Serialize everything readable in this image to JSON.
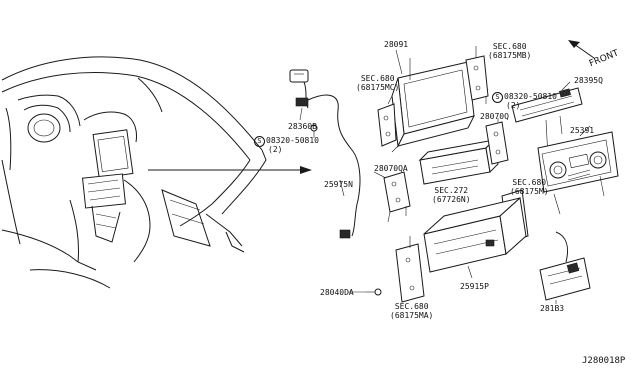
{
  "parts": {
    "p28091": "28091",
    "p28360B": "28360B",
    "p25975N": "25975N",
    "p28070QA": "28070QA",
    "p28070Q": "28070Q",
    "p28395Q": "28395Q",
    "p25391": "25391",
    "p25915P": "25915P",
    "p28183": "281B3",
    "p28040DA": "28040DA"
  },
  "sections": {
    "sec_mb": {
      "line1": "SEC.680",
      "line2": "(68175MB)"
    },
    "sec_mc": {
      "line1": "SEC.680",
      "line2": "(68175MC)"
    },
    "sec_272": {
      "line1": "SEC.272",
      "line2": "(67726N)"
    },
    "sec_m": {
      "line1": "SEC.680",
      "line2": "(68175M)"
    },
    "sec_ma": {
      "line1": "SEC.680",
      "line2": "(68175MA)"
    }
  },
  "bolts": {
    "left": {
      "symbol": "S",
      "code": "08320-50810",
      "qty": "(2)"
    },
    "right": {
      "symbol": "S",
      "code": "08320-50810",
      "qty": "(2)"
    }
  },
  "front_label": "FRONT",
  "diagram_code": "J280018P"
}
